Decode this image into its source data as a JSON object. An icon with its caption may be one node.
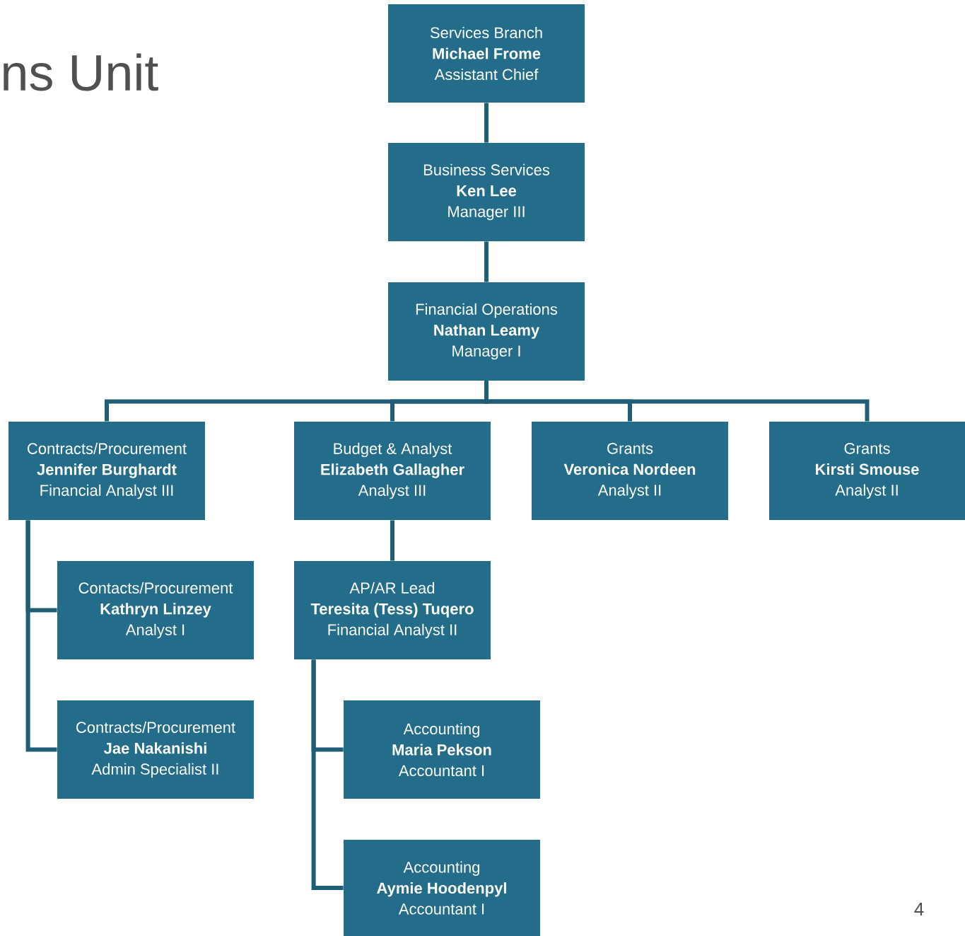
{
  "diagram": {
    "title": "ns Unit",
    "nodes": [
      {
        "text": [
          "Services Branch",
          "Michael Frome",
          "Assistant Chief"
        ]
      },
      {
        "text": [
          "Business Services",
          "Ken Lee",
          "Manager III"
        ]
      },
      {
        "text": [
          "Financial Operations",
          "Nathan Leamy",
          "Manager I"
        ]
      },
      {
        "text": [
          "Contracts/Procurement",
          "Jennifer Burghardt",
          "Financial Analyst III"
        ]
      },
      {
        "text": [
          "Budget & Analyst",
          "Elizabeth Gallagher",
          "Analyst III"
        ]
      },
      {
        "text": [
          "Grants",
          "Veronica Nordeen",
          "Analyst II"
        ]
      },
      {
        "text": [
          "Grants",
          "Kirsti Smouse",
          "Analyst II"
        ]
      },
      {
        "text": [
          "Contacts/Procurement",
          "Kathryn Linzey",
          "Analyst I"
        ]
      },
      {
        "text": [
          "AP/AR Lead",
          "Teresita (Tess) Tuqero",
          "Financial Analyst II"
        ]
      },
      {
        "text": [
          "Contracts/Procurement",
          "Jae Nakanishi",
          "Admin Specialist II"
        ]
      },
      {
        "text": [
          "Accounting",
          "Maria Pekson",
          "Accountant I"
        ]
      },
      {
        "text": [
          "Accounting",
          "Aymie Hoodenpyl",
          "Accountant I"
        ]
      }
    ],
    "edges": [
      {
        "from": 0,
        "to": 1,
        "arrow": "none"
      },
      {
        "from": 1,
        "to": 2,
        "arrow": "none"
      },
      {
        "from": 2,
        "to": 3,
        "arrow": "none"
      },
      {
        "from": 2,
        "to": 4,
        "arrow": "none"
      },
      {
        "from": 2,
        "to": 5,
        "arrow": "none"
      },
      {
        "from": 2,
        "to": 6,
        "arrow": "none"
      },
      {
        "from": 3,
        "to": 7,
        "arrow": "none"
      },
      {
        "from": 3,
        "to": 9,
        "arrow": "none"
      },
      {
        "from": 4,
        "to": 8,
        "arrow": "none"
      },
      {
        "from": 8,
        "to": 10,
        "arrow": "none"
      },
      {
        "from": 8,
        "to": 11,
        "arrow": "none"
      }
    ],
    "labels": [
      "4"
    ]
  }
}
